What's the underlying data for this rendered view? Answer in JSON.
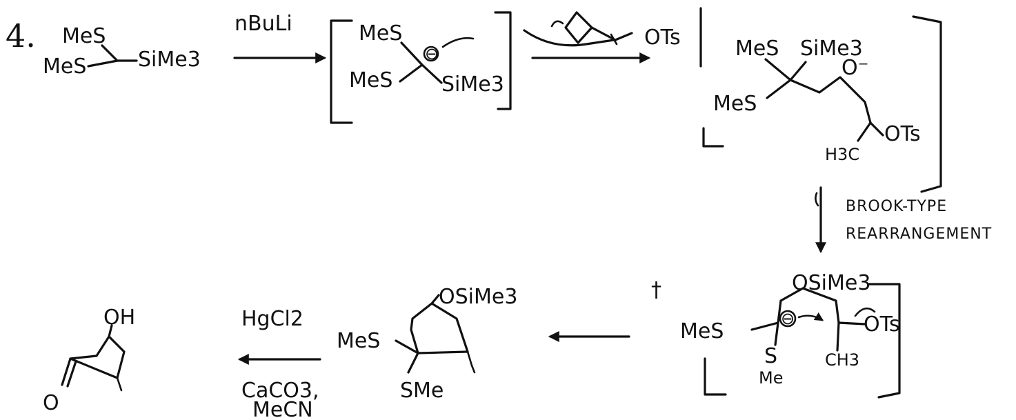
{
  "step_number": "4.",
  "start_material": {
    "sme_top": "MeS",
    "sme_bottom": "MeS",
    "silyl": "SiMe3"
  },
  "arrow1_reagent": "nBuLi",
  "anion": {
    "sme_top": "MeS",
    "sme_bottom": "MeS",
    "silyl": "SiMe3",
    "charge": "⊖"
  },
  "arrow2_reagent": {
    "leaving_group": "OTs"
  },
  "alkoxide": {
    "sme_top": "MeS",
    "silyl": "SiMe3",
    "oxide": "O⁻",
    "sme_bottom": "MeS",
    "methyl": "H3C",
    "leaving_group": "OTs"
  },
  "rearrangement_label": [
    "BROOK-TYPE",
    "REARRANGEMENT"
  ],
  "carbanion": {
    "dagger": "†",
    "silyl_ether": "OSiMe3",
    "sme_left": "MeS",
    "sme_bottom": "S",
    "sme_bottom_me": "Me",
    "methyl": "CH3",
    "leaving_group": "OTs",
    "charge": "⊖"
  },
  "cyclopentane": {
    "silyl_ether": "OSiMe3",
    "sme_left": "MeS",
    "sme_bottom": "SMe"
  },
  "arrow5_reagents": {
    "top": "HgCl2",
    "bottom": "CaCO3,",
    "solvent": "MeCN"
  },
  "product": {
    "hydroxyl": "OH",
    "carbonyl": "O"
  }
}
